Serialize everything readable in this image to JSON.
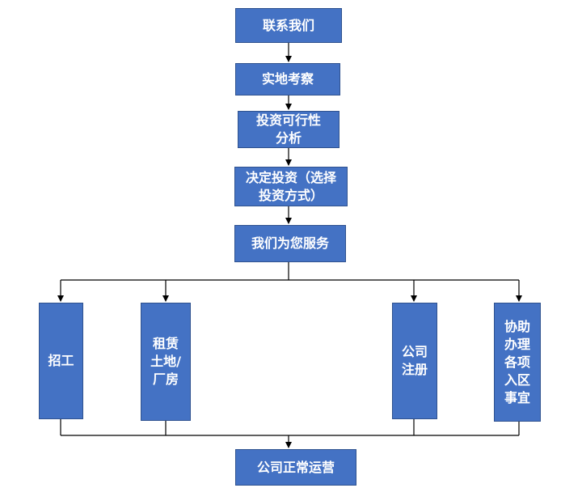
{
  "colors": {
    "box_fill": "#4472c4",
    "box_border": "#2f528f",
    "text": "#ffffff",
    "line": "#000000"
  },
  "flow": {
    "contact": "联系我们",
    "survey": "实地考察",
    "feasibility": "投资可行性\n分析",
    "decide": "决定投资（选择\n投资方式）",
    "serve": "我们为您服务"
  },
  "branches": {
    "recruit": "招工",
    "lease": "租赁\n土地/\n厂房",
    "register": "公司\n注册",
    "assist": "协助\n办理\n各项\n入区\n事宜"
  },
  "result": "公司正常运营"
}
